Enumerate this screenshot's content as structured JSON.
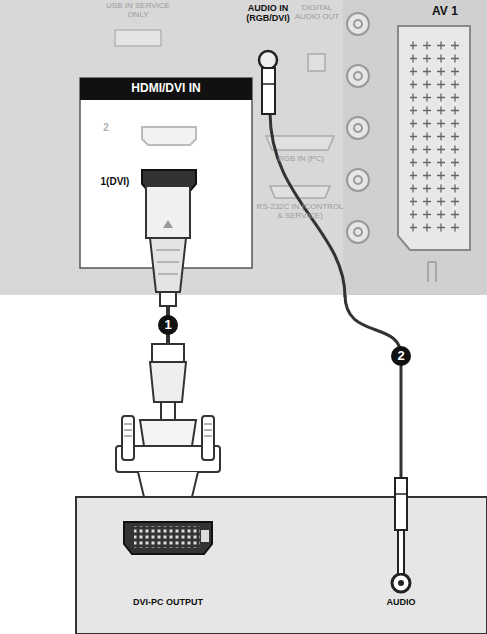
{
  "diagram": {
    "nodes": [
      {
        "text": [
          "USB IN SERVICE ONLY",
          "AUDIO IN (RGB/DVI)",
          "DIGITAL AUDIO OUT",
          "RGB IN (PC)",
          "RS-232C IN (CONTROL & SERVICE)",
          "AV 1"
        ]
      },
      {
        "text": [
          "HDMI/DVI IN",
          "2",
          "1(DVI)"
        ],
        "in": 0
      },
      {
        "text": [
          "DVI-PC OUTPUT",
          "AUDIO"
        ]
      }
    ],
    "edges": [
      {
        "from": 1,
        "to": 2,
        "arrow": "none",
        "label": "1"
      },
      {
        "from": 0,
        "to": 2,
        "arrow": "none",
        "label": "2"
      }
    ]
  }
}
